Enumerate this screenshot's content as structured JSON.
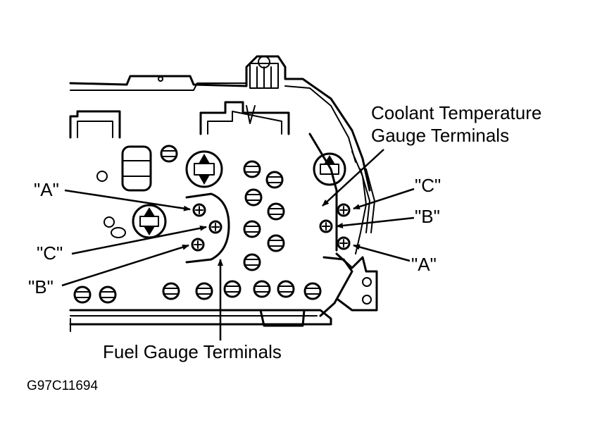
{
  "callouts": {
    "coolant_title_line1": "Coolant Temperature",
    "coolant_title_line2": "Gauge Terminals",
    "fuel_title": "Fuel Gauge Terminals",
    "fuel_a": "\"A\"",
    "fuel_c": "\"C\"",
    "fuel_b": "\"B\"",
    "coolant_c": "\"C\"",
    "coolant_b": "\"B\"",
    "coolant_a": "\"A\""
  },
  "figure_code": "G97C11694"
}
